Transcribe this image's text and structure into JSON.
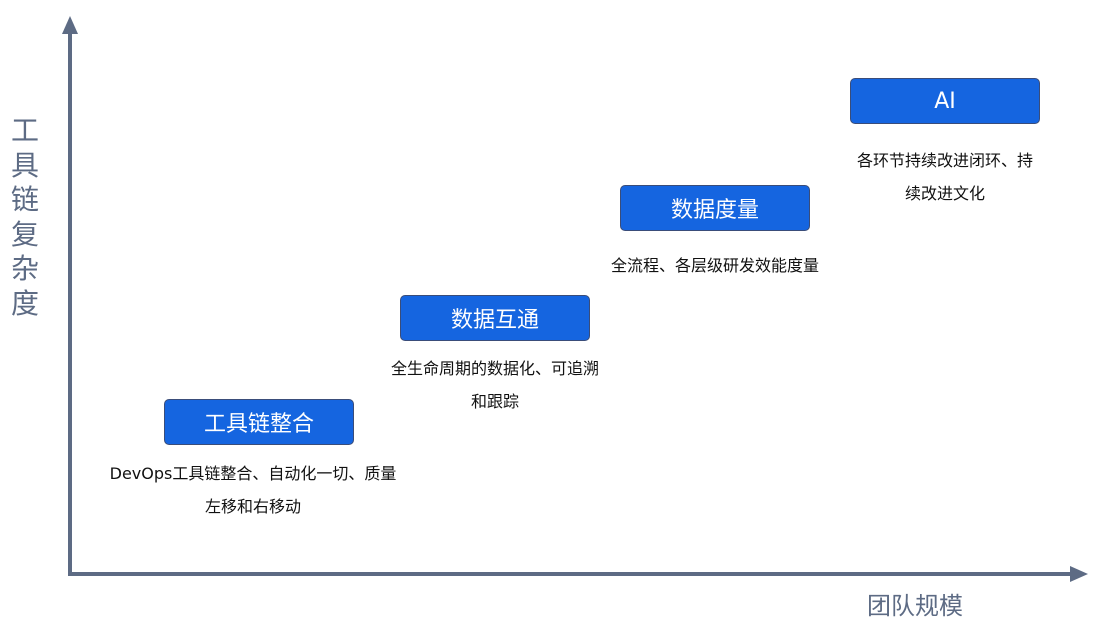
{
  "axes": {
    "y_label": "工具链复杂度",
    "x_label": "团队规模",
    "line_color": "#5d6b84"
  },
  "box_color": "#1565e0",
  "stages": [
    {
      "title": "工具链整合",
      "description": "DevOps工具链整合、自动化一切、质量左移和右移动"
    },
    {
      "title": "数据互通",
      "description": "全生命周期的数据化、可追溯和跟踪"
    },
    {
      "title": "数据度量",
      "description": "全流程、各层级研发效能度量"
    },
    {
      "title": "AI",
      "description": "各环节持续改进闭环、持续改进文化"
    }
  ]
}
